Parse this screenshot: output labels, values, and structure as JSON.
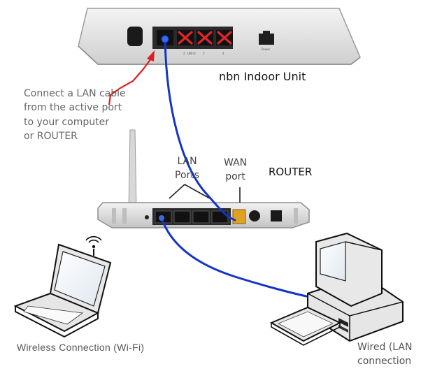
{
  "nbn_unit": {
    "label": "nbn Indoor Unit",
    "port_labels": [
      "2",
      "UNI-D",
      "3",
      "4"
    ],
    "power_label": "Power"
  },
  "router": {
    "label": "ROUTER",
    "lan_label_line1": "LAN",
    "lan_label_line2": "Ports",
    "wan_label_line1": "WAN",
    "wan_label_line2": "port"
  },
  "instruction": {
    "line1": "Connect a LAN cable",
    "line2": "from the active port",
    "line3": "to your computer",
    "line4": "or ROUTER"
  },
  "devices": {
    "wireless_label": "Wireless Connection (Wi-Fi)",
    "wired_label_line1": "Wired (LAN",
    "wired_label_line2": "connection"
  },
  "colors": {
    "cable": "#1434c8",
    "arrow": "#e01e1e",
    "port_x": "#e0262a",
    "wan_port": "#e0a020",
    "device_body": "#e6e6e6"
  }
}
